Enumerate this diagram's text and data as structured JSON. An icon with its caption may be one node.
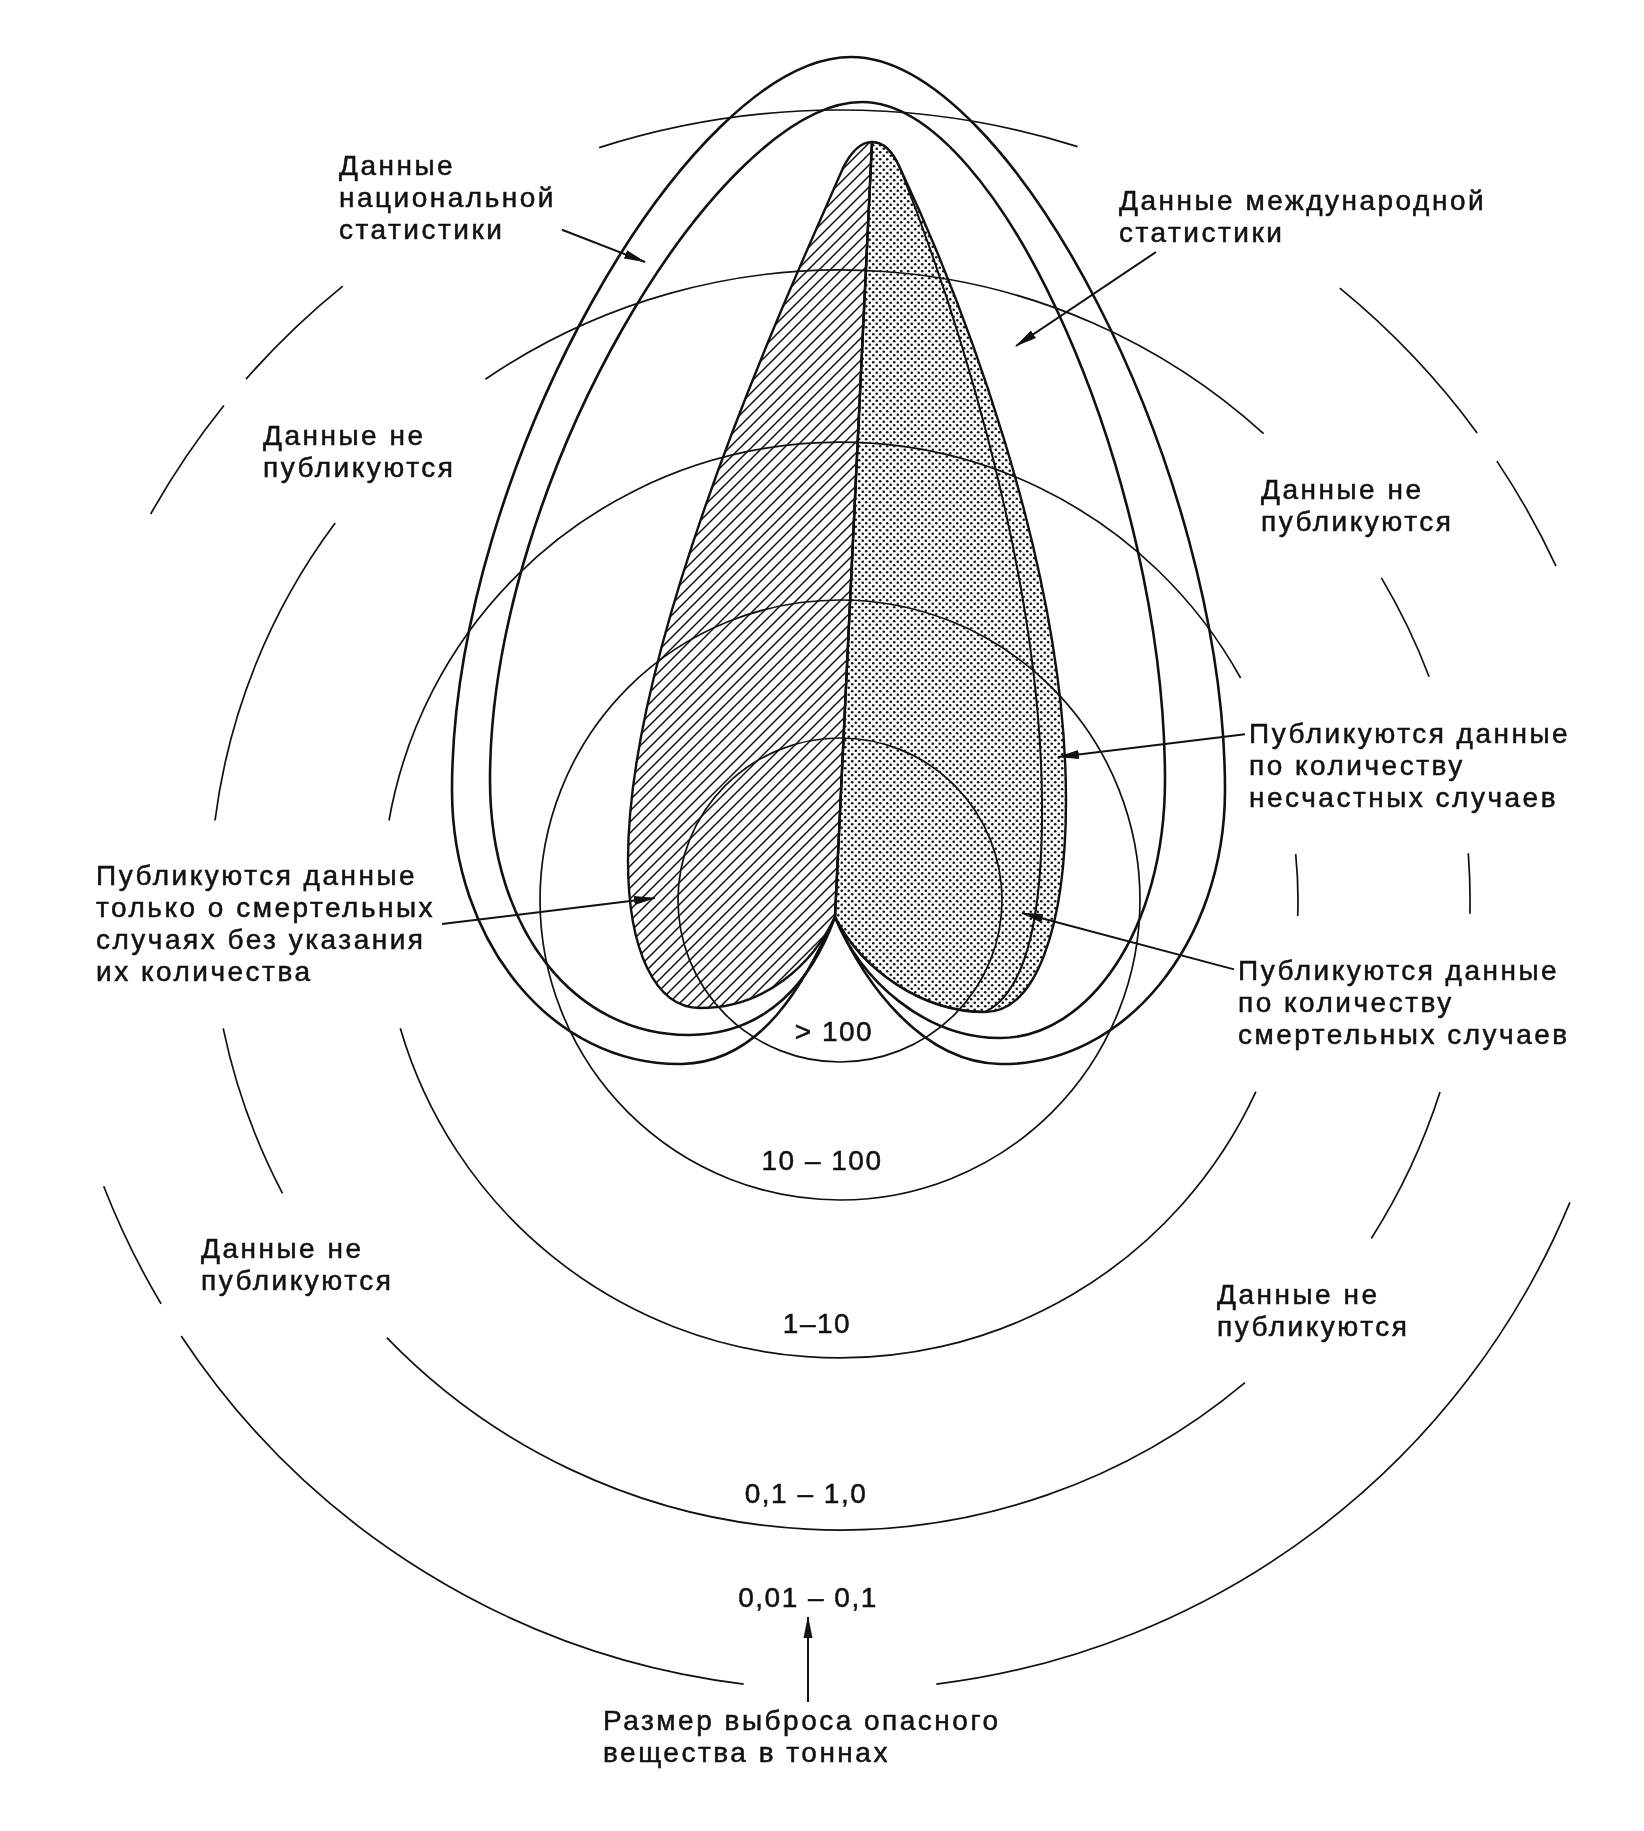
{
  "diagram": {
    "nodes": [
      {
        "text": [
          "Данные национальной статистики"
        ]
      },
      {
        "text": [
          "Данные международной статистики"
        ]
      },
      {
        "text": [],
        "shape": "teardrop"
      },
      {
        "text": [],
        "shape": "teardrop",
        "in": 2
      },
      {
        "text": [],
        "shape": "region",
        "in": 3
      },
      {
        "text": [],
        "shape": "region",
        "in": 3
      },
      {
        "text": [],
        "shape": "region",
        "in": 5
      },
      {
        "text": [
          "Публикуются данные по количеству несчастных случаев"
        ]
      },
      {
        "text": [
          "Публикуются данные только о смертельных случаях без указания их количества"
        ]
      },
      {
        "text": [
          "Публикуются данные по количеству смертельных случаев"
        ]
      },
      {
        "text": [
          "0,01 – 0,1"
        ]
      },
      {
        "text": [
          "Размер выброса опасного вещества в тоннах"
        ]
      }
    ],
    "edges": [
      {
        "from": 0,
        "to": 2,
        "arrow": "to"
      },
      {
        "from": 1,
        "to": 3,
        "arrow": "to"
      },
      {
        "from": 7,
        "to": 5,
        "arrow": "to"
      },
      {
        "from": 8,
        "to": 4,
        "arrow": "to"
      },
      {
        "from": 9,
        "to": 6,
        "arrow": "to"
      },
      {
        "from": 11,
        "to": 10,
        "arrow": "to"
      }
    ],
    "labels": [
      "Данные не публикуются",
      "Данные не публикуются",
      "> 100",
      "10 – 100",
      "Данные не публикуются",
      "Данные не публикуются",
      "1–10",
      "0,1 – 1,0"
    ]
  }
}
